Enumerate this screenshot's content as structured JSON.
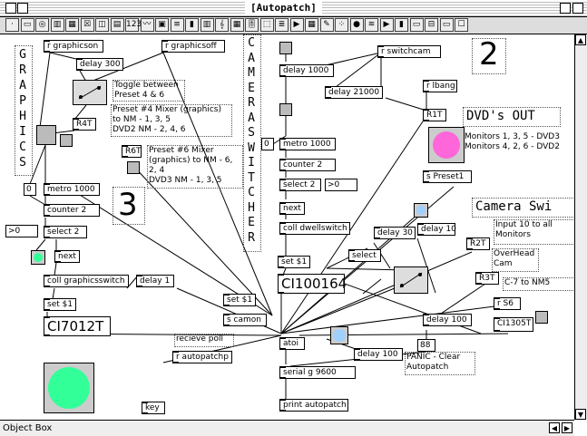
{
  "window": {
    "title": "[Autopatch]"
  },
  "status": {
    "label": "Object Box"
  },
  "palette": [
    "·",
    "▭",
    "◎",
    "▥",
    "▦",
    "☒",
    "◫",
    "▤",
    "123",
    "〰",
    "▣",
    "≡",
    "▮",
    "▥",
    "𝄞",
    "▦",
    "🎚",
    "⬚",
    "≣",
    "▶",
    "▦",
    "✎",
    "⁘",
    "●",
    "≋",
    "▶",
    "▮",
    "▭",
    "⊟",
    "▭",
    "☐"
  ],
  "canvas": {
    "vertical_labels": {
      "graphics": "GRAPHICS",
      "camera": "CAMERASWITCHER"
    },
    "big_numbers": {
      "two": "2",
      "three": "3"
    },
    "headings": {
      "dvd_out": "DVD's OUT",
      "camera_sw": "Camera Swi"
    },
    "objects": {
      "graphicson": "r graphicson",
      "graphicsoff": "r graphicsoff",
      "switchcam": "r switchcam",
      "delay300": "delay 300",
      "delay1000a": "delay 1000",
      "delay21000": "delay 21000",
      "rlbang": "r lbang",
      "r4t": "R4T",
      "r1t": "R1T",
      "r6t": "R6T",
      "metro1000a": "metro 1000",
      "metro1000b": "metro 1000",
      "counter2a": "counter 2",
      "counter2b": "counter 2",
      "select2a": "select 2",
      "select2b": "select 2",
      "next_a": "next",
      "next_b": "next",
      "coll_dwell": "coll dwellswitch",
      "coll_graphics": "coll graphicsswitch",
      "delay30": "delay 30",
      "delay10": "delay 10",
      "delay1": "delay 1",
      "r2t": "R2T",
      "r3t": "R3T",
      "sets1_a": "set $1",
      "sets1_b": "set $1",
      "sets1_c": "set $1",
      "s_camon": "s camon",
      "select_c": "select",
      "delay100a": "delay 100",
      "delay100b": "delay 100",
      "atoi": "atoi",
      "r_autopatchp": "r autopatchp",
      "serial": "serial g 9600",
      "print": "print autopatch",
      "key": "key",
      "r_s6": "r S6",
      "s_preset1": "s Preset1",
      "ci1305t": "CI1305T",
      "ci100164": "CI100164",
      "ci7012t": "CI7012T"
    },
    "numbers": {
      "zero_a": "0",
      "zero_b": "0",
      "zero_c": ">0",
      "zero_d": ">0",
      "num88": "88"
    },
    "comments": {
      "toggle": "Toggle between\nPreset 4 & 6",
      "preset4": "Preset #4 Mixer (graphics)\nto NM - 1, 3, 5\nDVD2 NM - 2, 4, 6",
      "preset6": "Preset #6 Mixer\n(graphics) to NM - 6,\n2, 4\nDVD3 NM - 1, 3, 5",
      "monitors": "Monitors 1, 3, 5 - DVD3\nMonitors 4, 2, 6 - DVD2",
      "input10": "Input 10 to all\nMonitors",
      "overhead": "OverHead\nCam",
      "c7": "C-7 to NM5",
      "recieve": "recieve poll",
      "panic": "PANIC - Clear\nAutopatch"
    },
    "colors": {
      "pink": "#ff66d9",
      "green": "#33ff99",
      "blue": "#9fd0ff",
      "led_gray": "#c8c8c8"
    }
  }
}
